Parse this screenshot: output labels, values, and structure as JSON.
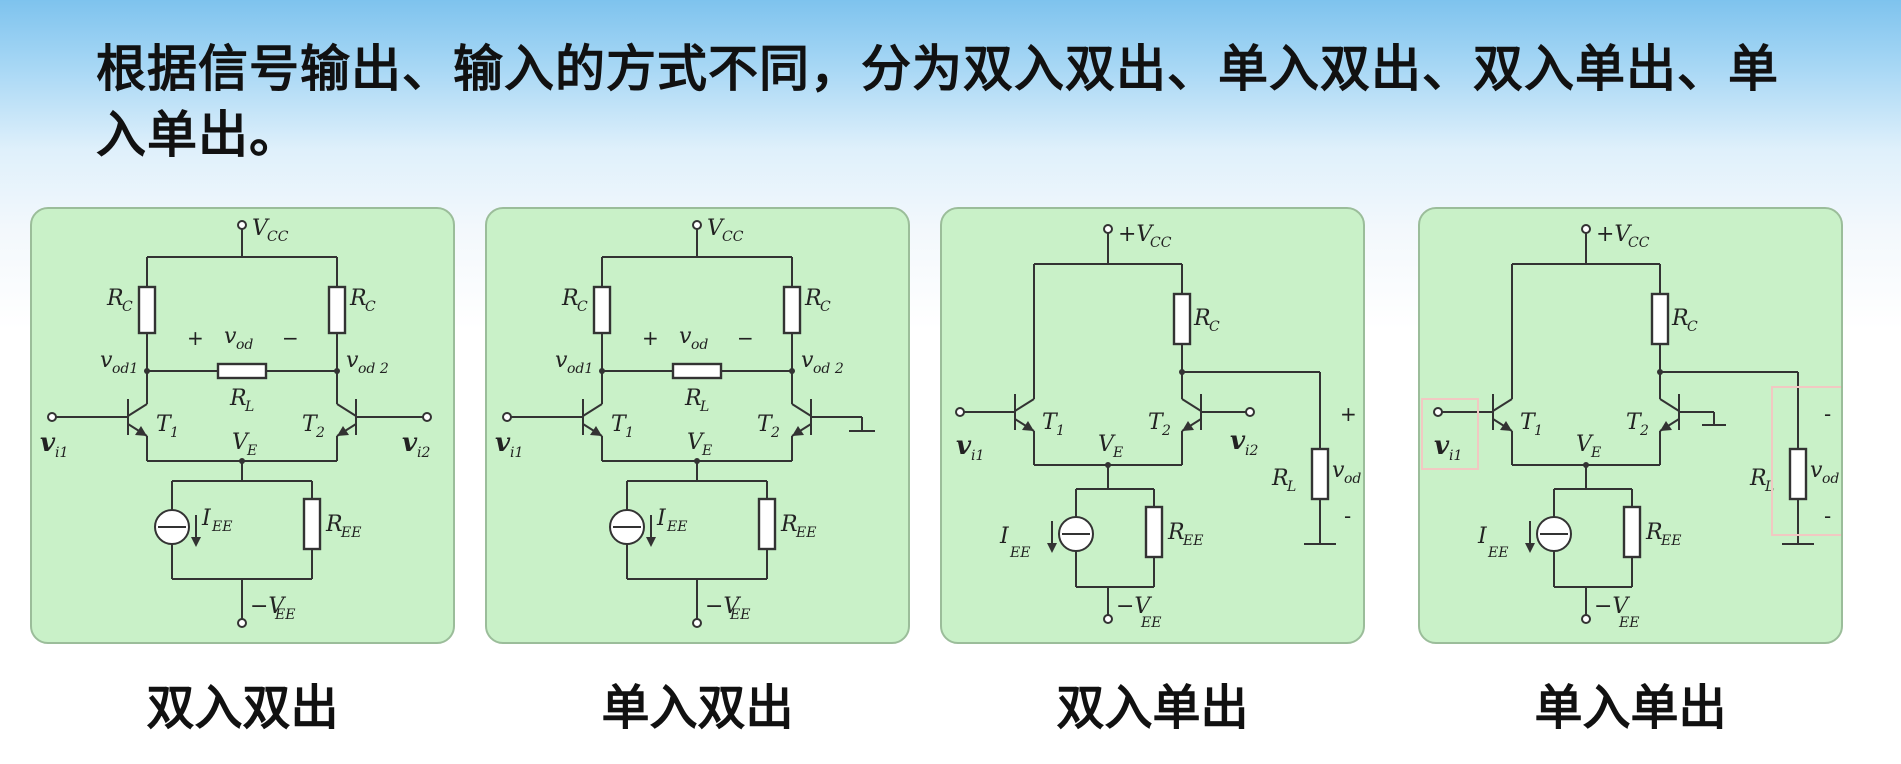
{
  "heading": "根据信号输出、输入的方式不同，分为双入双出、单入双出、双入单出、单入单出。",
  "colors": {
    "panel_bg": "#c9f1c8",
    "wire": "#333333",
    "text": "#111111"
  },
  "labels": {
    "vcc": "V",
    "vcc_sub": "CC",
    "vcc_plus": "+V",
    "vee": "−V",
    "vee_sub": "EE",
    "rc": "R",
    "rc_sub": "C",
    "rl": "R",
    "rl_sub": "L",
    "ree": "R",
    "ree_sub": "EE",
    "iee": "I",
    "iee_sub": "EE",
    "ve": "V",
    "ve_sub": "E",
    "t1": "T",
    "t1_sub": "1",
    "t2": "T",
    "t2_sub": "2",
    "vod": "v",
    "vod_sub": "od",
    "vod1": "v",
    "vod1_sub": "od1",
    "vod2": "v",
    "vod2_sub": "od 2",
    "vi1": "v",
    "vi1_sub": "i1",
    "vi2": "v",
    "vi2_sub": "i2",
    "plus": "+",
    "minus": "−",
    "minus_short": "-"
  },
  "panels": [
    {
      "caption": "双入双出"
    },
    {
      "caption": "单入双出"
    },
    {
      "caption": "双入单出"
    },
    {
      "caption": "单入单出"
    }
  ]
}
